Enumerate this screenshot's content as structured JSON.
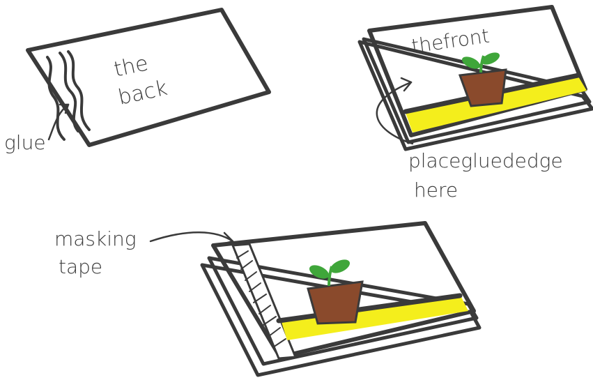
{
  "labels": {
    "the_back_line1": "the",
    "the_back_line2": "back",
    "glue": "glue",
    "the_front": "thefront",
    "place_line1": "placegluededge",
    "place_line2": "here",
    "masking_line1": "masking",
    "masking_line2": "tape"
  },
  "colors": {
    "ink": "#3a3a3a",
    "yellow_strip": "#f4ee1c",
    "pot": "#8a4a2c",
    "leaf": "#3fa63a",
    "paper": "#ffffff"
  },
  "icons": {
    "seedling_pot": "seedling-in-pot-icon"
  }
}
